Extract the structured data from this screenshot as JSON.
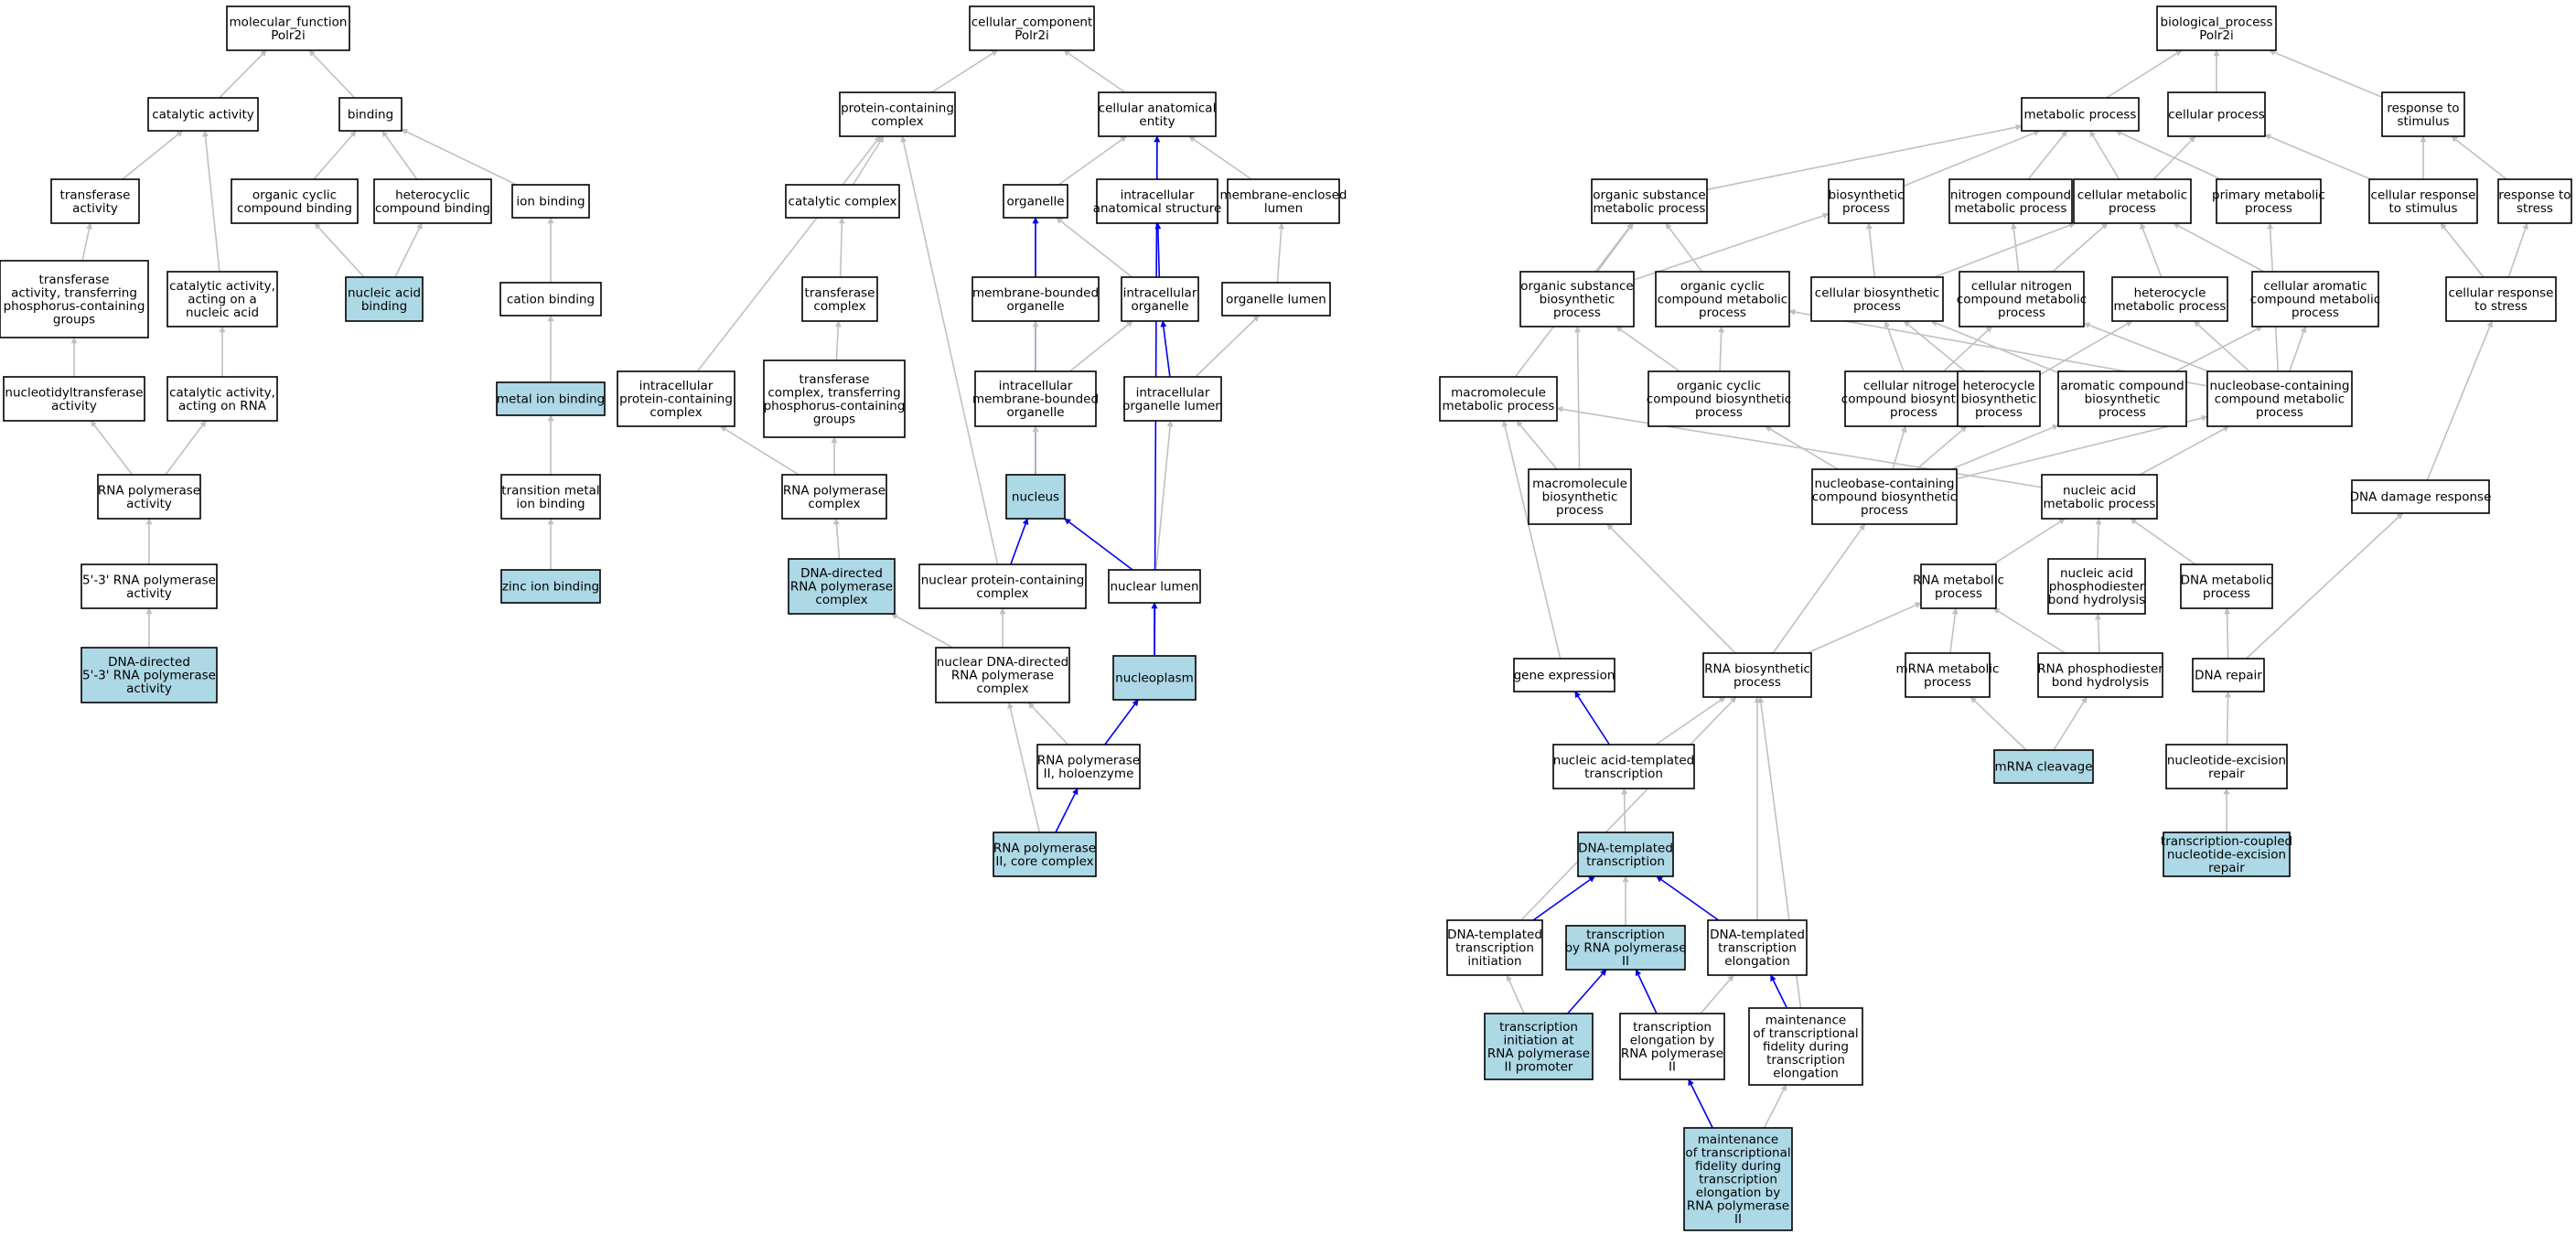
{
  "colors": {
    "highlight": "#add8e6",
    "plain": "#ffffff",
    "edge_gray": "#c0c0c0",
    "edge_blue": "#0000ee"
  },
  "nodes": [
    {
      "id": "mf",
      "lines": [
        "molecular_function",
        "Polr2i"
      ],
      "hl": false
    },
    {
      "id": "catact",
      "lines": [
        "catalytic activity"
      ],
      "hl": false
    },
    {
      "id": "binding",
      "lines": [
        "binding"
      ],
      "hl": false
    },
    {
      "id": "transferase",
      "lines": [
        "transferase",
        "activity"
      ],
      "hl": false
    },
    {
      "id": "ocbind",
      "lines": [
        "organic cyclic",
        "compound binding"
      ],
      "hl": false
    },
    {
      "id": "hetbind",
      "lines": [
        "heterocyclic",
        "compound binding"
      ],
      "hl": false
    },
    {
      "id": "ionbind",
      "lines": [
        "ion binding"
      ],
      "hl": false
    },
    {
      "id": "tphos",
      "lines": [
        "transferase",
        "activity, transferring",
        "phosphorus-containing",
        "groups"
      ],
      "hl": false
    },
    {
      "id": "catna",
      "lines": [
        "catalytic activity,",
        "acting on a",
        "nucleic acid"
      ],
      "hl": false
    },
    {
      "id": "nabind",
      "lines": [
        "nucleic acid",
        "binding"
      ],
      "hl": true
    },
    {
      "id": "cationbind",
      "lines": [
        "cation binding"
      ],
      "hl": false
    },
    {
      "id": "ntransf",
      "lines": [
        "nucleotidyltransferase",
        "activity"
      ],
      "hl": false
    },
    {
      "id": "catrna",
      "lines": [
        "catalytic activity,",
        "acting on RNA"
      ],
      "hl": false
    },
    {
      "id": "metalbind",
      "lines": [
        "metal ion binding"
      ],
      "hl": true
    },
    {
      "id": "rnapol",
      "lines": [
        "RNA polymerase",
        "activity"
      ],
      "hl": false
    },
    {
      "id": "tmetal",
      "lines": [
        "transition metal",
        "ion binding"
      ],
      "hl": false
    },
    {
      "id": "rnapol53",
      "lines": [
        "5'-3' RNA polymerase",
        "activity"
      ],
      "hl": false
    },
    {
      "id": "zinc",
      "lines": [
        "zinc ion binding"
      ],
      "hl": true
    },
    {
      "id": "ddrp",
      "lines": [
        "DNA-directed",
        "5'-3' RNA polymerase",
        "activity"
      ],
      "hl": true
    },
    {
      "id": "cc",
      "lines": [
        "cellular_component",
        "Polr2i"
      ],
      "hl": false
    },
    {
      "id": "pcc",
      "lines": [
        "protein-containing",
        "complex"
      ],
      "hl": false
    },
    {
      "id": "cae",
      "lines": [
        "cellular anatomical",
        "entity"
      ],
      "hl": false
    },
    {
      "id": "catcomplex",
      "lines": [
        "catalytic complex"
      ],
      "hl": false
    },
    {
      "id": "organelle",
      "lines": [
        "organelle"
      ],
      "hl": false
    },
    {
      "id": "ias",
      "lines": [
        "intracellular",
        "anatomical structure"
      ],
      "hl": false
    },
    {
      "id": "mel",
      "lines": [
        "membrane-enclosed",
        "lumen"
      ],
      "hl": false
    },
    {
      "id": "tcomplex",
      "lines": [
        "transferase",
        "complex"
      ],
      "hl": false
    },
    {
      "id": "mbo",
      "lines": [
        "membrane-bounded",
        "organelle"
      ],
      "hl": false
    },
    {
      "id": "io",
      "lines": [
        "intracellular",
        "organelle"
      ],
      "hl": false
    },
    {
      "id": "ol",
      "lines": [
        "organelle lumen"
      ],
      "hl": false
    },
    {
      "id": "tcpc",
      "lines": [
        "transferase",
        "complex, transferring",
        "phosphorus-containing",
        "groups"
      ],
      "hl": false
    },
    {
      "id": "ipcc",
      "lines": [
        "intracellular",
        "protein-containing",
        "complex"
      ],
      "hl": false
    },
    {
      "id": "imbo",
      "lines": [
        "intracellular",
        "membrane-bounded",
        "organelle"
      ],
      "hl": false
    },
    {
      "id": "iol",
      "lines": [
        "intracellular",
        "organelle lumen"
      ],
      "hl": false
    },
    {
      "id": "rnapc",
      "lines": [
        "RNA polymerase",
        "complex"
      ],
      "hl": false
    },
    {
      "id": "nucleus",
      "lines": [
        "nucleus"
      ],
      "hl": true
    },
    {
      "id": "ddrpc",
      "lines": [
        "DNA-directed",
        "RNA polymerase",
        "complex"
      ],
      "hl": true
    },
    {
      "id": "npcc",
      "lines": [
        "nuclear protein-containing",
        "complex"
      ],
      "hl": false
    },
    {
      "id": "nlumen",
      "lines": [
        "nuclear lumen"
      ],
      "hl": false
    },
    {
      "id": "nddrpc",
      "lines": [
        "nuclear DNA-directed",
        "RNA polymerase",
        "complex"
      ],
      "hl": false
    },
    {
      "id": "nucleoplasm",
      "lines": [
        "nucleoplasm"
      ],
      "hl": true
    },
    {
      "id": "rnap2h",
      "lines": [
        "RNA polymerase",
        "II, holoenzyme"
      ],
      "hl": false
    },
    {
      "id": "rnap2c",
      "lines": [
        "RNA polymerase",
        "II, core complex"
      ],
      "hl": true
    },
    {
      "id": "bp",
      "lines": [
        "biological_process",
        "Polr2i"
      ],
      "hl": false
    },
    {
      "id": "metab",
      "lines": [
        "metabolic process"
      ],
      "hl": false
    },
    {
      "id": "cellproc",
      "lines": [
        "cellular process"
      ],
      "hl": false
    },
    {
      "id": "rts",
      "lines": [
        "response to",
        "stimulus"
      ],
      "hl": false
    },
    {
      "id": "osmp",
      "lines": [
        "organic substance",
        "metabolic process"
      ],
      "hl": false
    },
    {
      "id": "biosyn",
      "lines": [
        "biosynthetic",
        "process"
      ],
      "hl": false
    },
    {
      "id": "ncmp",
      "lines": [
        "nitrogen compound",
        "metabolic process"
      ],
      "hl": false
    },
    {
      "id": "cmp",
      "lines": [
        "cellular metabolic",
        "process"
      ],
      "hl": false
    },
    {
      "id": "pmp",
      "lines": [
        "primary metabolic",
        "process"
      ],
      "hl": false
    },
    {
      "id": "crs",
      "lines": [
        "cellular response",
        "to stimulus"
      ],
      "hl": false
    },
    {
      "id": "rtstress",
      "lines": [
        "response to",
        "stress"
      ],
      "hl": false
    },
    {
      "id": "osbp",
      "lines": [
        "organic substance",
        "biosynthetic",
        "process"
      ],
      "hl": false
    },
    {
      "id": "occmp",
      "lines": [
        "organic cyclic",
        "compound metabolic",
        "process"
      ],
      "hl": false
    },
    {
      "id": "cbp",
      "lines": [
        "cellular biosynthetic",
        "process"
      ],
      "hl": false
    },
    {
      "id": "cncmp",
      "lines": [
        "cellular nitrogen",
        "compound metabolic",
        "process"
      ],
      "hl": false
    },
    {
      "id": "hmp",
      "lines": [
        "heterocycle",
        "metabolic process"
      ],
      "hl": false
    },
    {
      "id": "cacmp",
      "lines": [
        "cellular aromatic",
        "compound metabolic",
        "process"
      ],
      "hl": false
    },
    {
      "id": "crstress",
      "lines": [
        "cellular response",
        "to stress"
      ],
      "hl": false
    },
    {
      "id": "macromp",
      "lines": [
        "macromolecule",
        "metabolic process"
      ],
      "hl": false
    },
    {
      "id": "occbp",
      "lines": [
        "organic cyclic",
        "compound biosynthetic",
        "process"
      ],
      "hl": false
    },
    {
      "id": "cncbp",
      "lines": [
        "cellular nitrogen",
        "compound biosynthetic",
        "process"
      ],
      "hl": false
    },
    {
      "id": "hbp",
      "lines": [
        "heterocycle",
        "biosynthetic",
        "process"
      ],
      "hl": false
    },
    {
      "id": "acbp",
      "lines": [
        "aromatic compound",
        "biosynthetic",
        "process"
      ],
      "hl": false
    },
    {
      "id": "nbcmp",
      "lines": [
        "nucleobase-containing",
        "compound metabolic",
        "process"
      ],
      "hl": false
    },
    {
      "id": "macrobp",
      "lines": [
        "macromolecule",
        "biosynthetic",
        "process"
      ],
      "hl": false
    },
    {
      "id": "nbcbp",
      "lines": [
        "nucleobase-containing",
        "compound biosynthetic",
        "process"
      ],
      "hl": false
    },
    {
      "id": "namp",
      "lines": [
        "nucleic acid",
        "metabolic process"
      ],
      "hl": false
    },
    {
      "id": "ddr",
      "lines": [
        "DNA damage response"
      ],
      "hl": false
    },
    {
      "id": "rnamp",
      "lines": [
        "RNA metabolic",
        "process"
      ],
      "hl": false
    },
    {
      "id": "napbh",
      "lines": [
        "nucleic acid",
        "phosphodiester",
        "bond hydrolysis"
      ],
      "hl": false
    },
    {
      "id": "dnamp",
      "lines": [
        "DNA metabolic",
        "process"
      ],
      "hl": false
    },
    {
      "id": "geneexp",
      "lines": [
        "gene expression"
      ],
      "hl": false
    },
    {
      "id": "rnabp",
      "lines": [
        "RNA biosynthetic",
        "process"
      ],
      "hl": false
    },
    {
      "id": "mrnamp",
      "lines": [
        "mRNA metabolic",
        "process"
      ],
      "hl": false
    },
    {
      "id": "rnapbh",
      "lines": [
        "RNA phosphodiester",
        "bond hydrolysis"
      ],
      "hl": false
    },
    {
      "id": "dnarepair",
      "lines": [
        "DNA repair"
      ],
      "hl": false
    },
    {
      "id": "natt",
      "lines": [
        "nucleic acid-templated",
        "transcription"
      ],
      "hl": false
    },
    {
      "id": "mrnacleav",
      "lines": [
        "mRNA cleavage"
      ],
      "hl": true
    },
    {
      "id": "ner",
      "lines": [
        "nucleotide-excision",
        "repair"
      ],
      "hl": false
    },
    {
      "id": "dtt",
      "lines": [
        "DNA-templated",
        "transcription"
      ],
      "hl": true
    },
    {
      "id": "tcner",
      "lines": [
        "transcription-coupled",
        "nucleotide-excision",
        "repair"
      ],
      "hl": true
    },
    {
      "id": "dtti",
      "lines": [
        "DNA-templated",
        "transcription",
        "initiation"
      ],
      "hl": false
    },
    {
      "id": "trnap2",
      "lines": [
        "transcription",
        "by RNA polymerase",
        "II"
      ],
      "hl": true
    },
    {
      "id": "dtte",
      "lines": [
        "DNA-templated",
        "transcription",
        "elongation"
      ],
      "hl": false
    },
    {
      "id": "tirnap2",
      "lines": [
        "transcription",
        "initiation at",
        "RNA polymerase",
        "II promoter"
      ],
      "hl": true
    },
    {
      "id": "terna2",
      "lines": [
        "transcription",
        "elongation by",
        "RNA polymerase",
        "II"
      ],
      "hl": false
    },
    {
      "id": "mtfte",
      "lines": [
        "maintenance",
        "of transcriptional",
        "fidelity during",
        "transcription",
        "elongation"
      ],
      "hl": false
    },
    {
      "id": "mtfte2",
      "lines": [
        "maintenance",
        "of transcriptional",
        "fidelity during",
        "transcription",
        "elongation by",
        "RNA polymerase",
        "II"
      ],
      "hl": true
    }
  ],
  "edges": [
    [
      "catact",
      "mf",
      0
    ],
    [
      "binding",
      "mf",
      0
    ],
    [
      "transferase",
      "catact",
      0
    ],
    [
      "catna",
      "catact",
      0
    ],
    [
      "ocbind",
      "binding",
      0
    ],
    [
      "hetbind",
      "binding",
      0
    ],
    [
      "ionbind",
      "binding",
      0
    ],
    [
      "tphos",
      "transferase",
      0
    ],
    [
      "nabind",
      "ocbind",
      0
    ],
    [
      "nabind",
      "hetbind",
      0
    ],
    [
      "cationbind",
      "ionbind",
      0
    ],
    [
      "ntransf",
      "tphos",
      0
    ],
    [
      "catrna",
      "catna",
      0
    ],
    [
      "metalbind",
      "cationbind",
      0
    ],
    [
      "rnapol",
      "ntransf",
      0
    ],
    [
      "rnapol",
      "catrna",
      0
    ],
    [
      "tmetal",
      "metalbind",
      0
    ],
    [
      "rnapol53",
      "rnapol",
      0
    ],
    [
      "zinc",
      "tmetal",
      0
    ],
    [
      "ddrp",
      "rnapol53",
      0
    ],
    [
      "pcc",
      "cc",
      0
    ],
    [
      "cae",
      "cc",
      0
    ],
    [
      "catcomplex",
      "pcc",
      0
    ],
    [
      "ipcc",
      "pcc",
      0
    ],
    [
      "npcc",
      "pcc",
      0
    ],
    [
      "organelle",
      "cae",
      0
    ],
    [
      "ias",
      "cae",
      0
    ],
    [
      "mel",
      "cae",
      0
    ],
    [
      "nucleoplasm",
      "cae",
      1
    ],
    [
      "tcomplex",
      "catcomplex",
      0
    ],
    [
      "mbo",
      "organelle",
      0
    ],
    [
      "io",
      "organelle",
      0
    ],
    [
      "nucleus",
      "organelle",
      1
    ],
    [
      "io",
      "ias",
      1
    ],
    [
      "ol",
      "mel",
      0
    ],
    [
      "tcpc",
      "tcomplex",
      0
    ],
    [
      "imbo",
      "mbo",
      0
    ],
    [
      "imbo",
      "io",
      0
    ],
    [
      "iol",
      "io",
      1
    ],
    [
      "iol",
      "ol",
      0
    ],
    [
      "rnapc",
      "tcpc",
      0
    ],
    [
      "rnapc",
      "ipcc",
      0
    ],
    [
      "nucleus",
      "imbo",
      0
    ],
    [
      "nlumen",
      "iol",
      0
    ],
    [
      "ddrpc",
      "rnapc",
      0
    ],
    [
      "npcc",
      "nucleus",
      1
    ],
    [
      "nlumen",
      "nucleus",
      1
    ],
    [
      "nddrpc",
      "ddrpc",
      0
    ],
    [
      "nddrpc",
      "npcc",
      0
    ],
    [
      "nucleoplasm",
      "nlumen",
      1
    ],
    [
      "rnap2h",
      "nddrpc",
      0
    ],
    [
      "rnap2h",
      "nucleoplasm",
      1
    ],
    [
      "rnap2c",
      "rnap2h",
      1
    ],
    [
      "rnap2c",
      "nddrpc",
      0
    ],
    [
      "metab",
      "bp",
      0
    ],
    [
      "cellproc",
      "bp",
      0
    ],
    [
      "rts",
      "bp",
      0
    ],
    [
      "osmp",
      "metab",
      0
    ],
    [
      "biosyn",
      "metab",
      0
    ],
    [
      "ncmp",
      "metab",
      0
    ],
    [
      "cmp",
      "metab",
      0
    ],
    [
      "pmp",
      "metab",
      0
    ],
    [
      "cmp",
      "cellproc",
      0
    ],
    [
      "crs",
      "cellproc",
      0
    ],
    [
      "crs",
      "rts",
      0
    ],
    [
      "rtstress",
      "rts",
      0
    ],
    [
      "osbp",
      "osmp",
      0
    ],
    [
      "occmp",
      "osmp",
      0
    ],
    [
      "macromp",
      "osmp",
      0
    ],
    [
      "osbp",
      "biosyn",
      0
    ],
    [
      "cbp",
      "biosyn",
      0
    ],
    [
      "cncmp",
      "ncmp",
      0
    ],
    [
      "cbp",
      "cmp",
      0
    ],
    [
      "cncmp",
      "cmp",
      0
    ],
    [
      "hmp",
      "cmp",
      0
    ],
    [
      "cacmp",
      "cmp",
      0
    ],
    [
      "nbcmp",
      "pmp",
      0
    ],
    [
      "crstress",
      "crs",
      0
    ],
    [
      "crstress",
      "rtstress",
      0
    ],
    [
      "occbp",
      "osbp",
      0
    ],
    [
      "macrobp",
      "osbp",
      0
    ],
    [
      "occbp",
      "occmp",
      0
    ],
    [
      "nbcmp",
      "occmp",
      0
    ],
    [
      "cncbp",
      "cbp",
      0
    ],
    [
      "hbp",
      "cbp",
      0
    ],
    [
      "acbp",
      "cbp",
      0
    ],
    [
      "cncbp",
      "cncmp",
      0
    ],
    [
      "nbcmp",
      "cncmp",
      0
    ],
    [
      "hbp",
      "hmp",
      0
    ],
    [
      "nbcmp",
      "hmp",
      0
    ],
    [
      "acbp",
      "cacmp",
      0
    ],
    [
      "nbcmp",
      "cacmp",
      0
    ],
    [
      "ddr",
      "crstress",
      0
    ],
    [
      "namp",
      "macromp",
      0
    ],
    [
      "macrobp",
      "macromp",
      0
    ],
    [
      "geneexp",
      "macromp",
      0
    ],
    [
      "nbcbp",
      "occbp",
      0
    ],
    [
      "nbcbp",
      "cncbp",
      0
    ],
    [
      "nbcbp",
      "hbp",
      0
    ],
    [
      "nbcbp",
      "acbp",
      0
    ],
    [
      "nbcbp",
      "nbcmp",
      0
    ],
    [
      "namp",
      "nbcmp",
      0
    ],
    [
      "rnabp",
      "macrobp",
      0
    ],
    [
      "rnabp",
      "nbcbp",
      0
    ],
    [
      "rnamp",
      "namp",
      0
    ],
    [
      "napbh",
      "namp",
      0
    ],
    [
      "dnamp",
      "namp",
      0
    ],
    [
      "dnarepair",
      "ddr",
      0
    ],
    [
      "rnabp",
      "rnamp",
      0
    ],
    [
      "mrnamp",
      "rnamp",
      0
    ],
    [
      "rnapbh",
      "rnamp",
      0
    ],
    [
      "rnapbh",
      "napbh",
      0
    ],
    [
      "dnarepair",
      "dnamp",
      0
    ],
    [
      "natt",
      "geneexp",
      1
    ],
    [
      "natt",
      "rnabp",
      0
    ],
    [
      "mrnacleav",
      "mrnamp",
      0
    ],
    [
      "mrnacleav",
      "rnapbh",
      0
    ],
    [
      "ner",
      "dnarepair",
      0
    ],
    [
      "dtt",
      "natt",
      0
    ],
    [
      "tcner",
      "ner",
      0
    ],
    [
      "dtti",
      "dtt",
      1
    ],
    [
      "trnap2",
      "dtt",
      0
    ],
    [
      "dtte",
      "dtt",
      1
    ],
    [
      "dtti",
      "rnabp",
      0
    ],
    [
      "dtte",
      "rnabp",
      0
    ],
    [
      "mtfte",
      "rnabp",
      0
    ],
    [
      "tirnap2",
      "dtti",
      0
    ],
    [
      "tirnap2",
      "trnap2",
      1
    ],
    [
      "terna2",
      "trnap2",
      1
    ],
    [
      "terna2",
      "dtte",
      0
    ],
    [
      "mtfte",
      "dtte",
      1
    ],
    [
      "mtfte2",
      "terna2",
      1
    ],
    [
      "mtfte2",
      "mtfte",
      0
    ]
  ]
}
